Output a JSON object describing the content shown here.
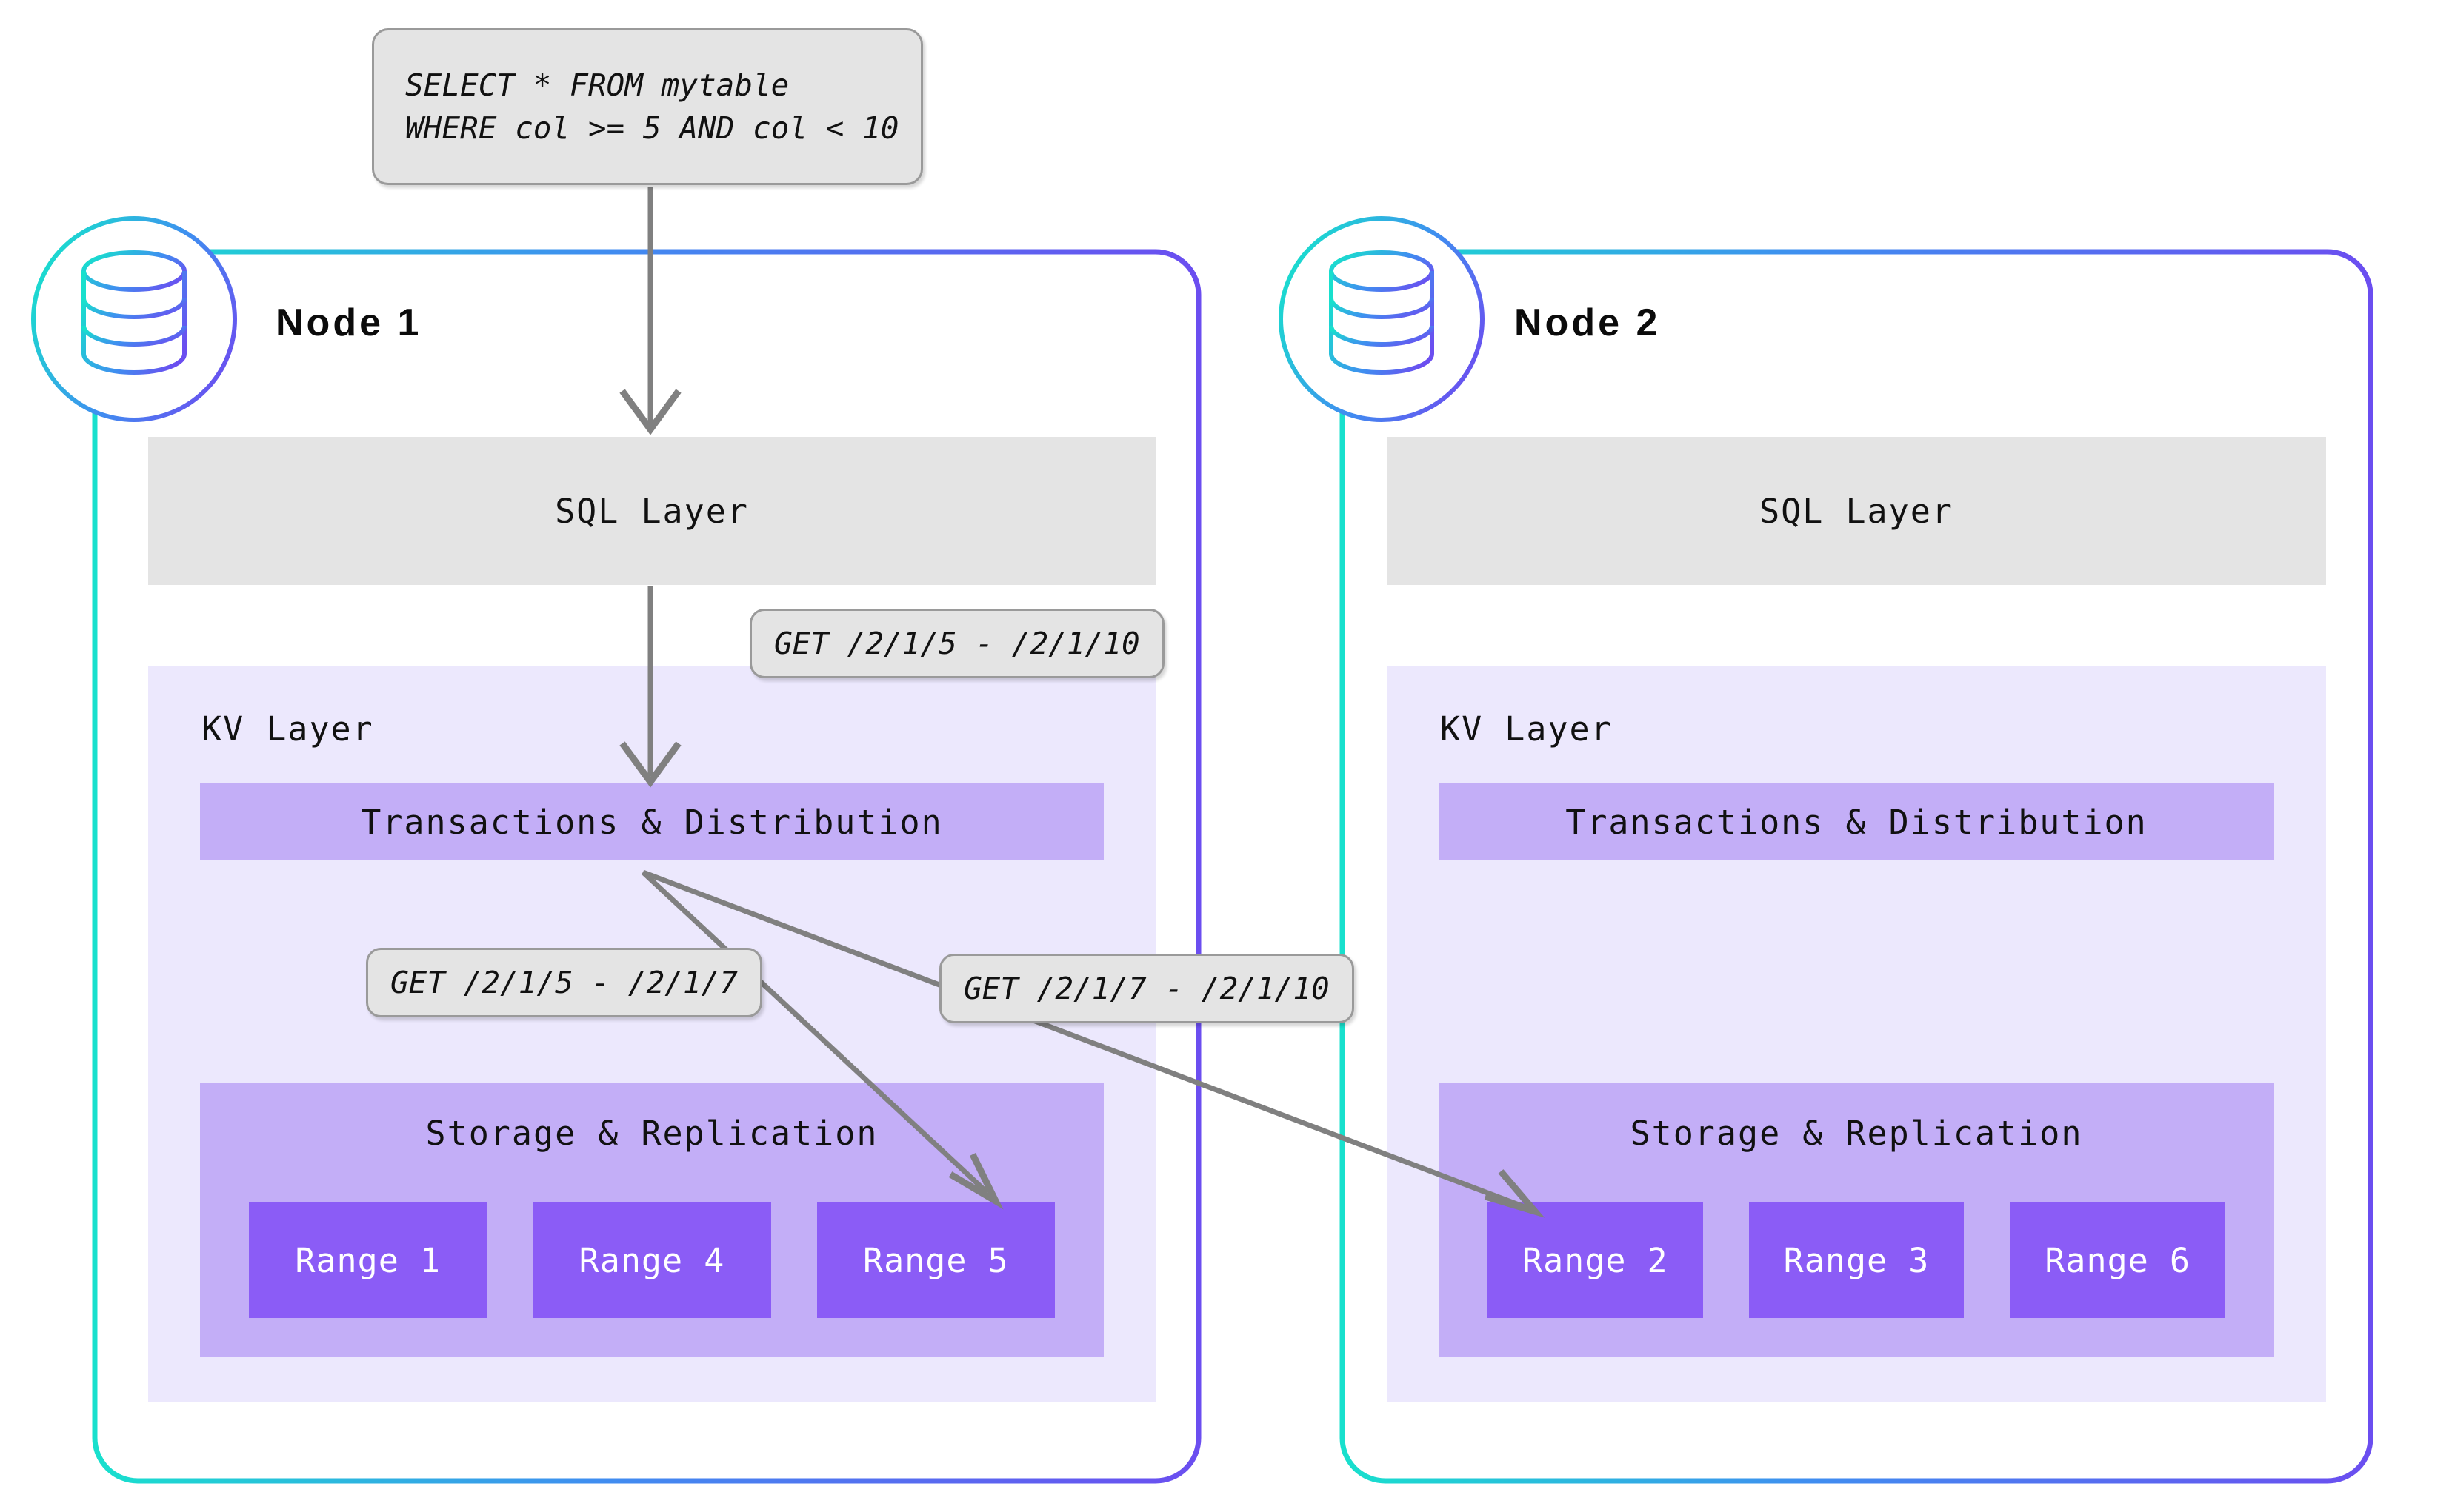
{
  "diagram": {
    "title": "CockroachDB distributed query execution across nodes",
    "background": "#ffffff"
  },
  "colors": {
    "node_border_start": "#18e0cd",
    "node_border_mid": "#3f8ef0",
    "node_border_end": "#6b4ef0",
    "sql_layer_fill": "#e4e4e4",
    "kv_panel_fill": "#ece8fd",
    "band_fill": "#c3aef7",
    "range_fill": "#8b5cf6",
    "range_text": "#ffffff",
    "callout_fill": "#e4e4e4",
    "callout_border": "#9a9a9a",
    "arrow_stroke": "#808080",
    "text": "#111111"
  },
  "query_callout": {
    "name": "sql-query",
    "line1": "SELECT * FROM mytable",
    "line2": "WHERE col >= 5 AND col < 10"
  },
  "nodes": [
    {
      "id": "node-1",
      "title": "Node 1",
      "badge_icon": "database-icon",
      "sql_layer": {
        "label": "SQL Layer"
      },
      "kv_layer": {
        "label": "KV Layer",
        "transactions": {
          "label": "Transactions & Distribution"
        },
        "storage": {
          "label": "Storage & Replication",
          "ranges": [
            {
              "label": "Range 1"
            },
            {
              "label": "Range 4"
            },
            {
              "label": "Range 5"
            }
          ]
        }
      }
    },
    {
      "id": "node-2",
      "title": "Node 2",
      "badge_icon": "database-icon",
      "sql_layer": {
        "label": "SQL Layer"
      },
      "kv_layer": {
        "label": "KV Layer",
        "transactions": {
          "label": "Transactions & Distribution"
        },
        "storage": {
          "label": "Storage & Replication",
          "ranges": [
            {
              "label": "Range 2"
            },
            {
              "label": "Range 3"
            },
            {
              "label": "Range 6"
            }
          ]
        }
      }
    }
  ],
  "callouts": [
    {
      "id": "get-full",
      "label": "GET /2/1/5 - /2/1/10",
      "describes": "SQL layer to KV layer request on Node 1"
    },
    {
      "id": "get-left",
      "label": "GET /2/1/5 - /2/1/7",
      "describes": "Local range request to Range 5 on Node 1"
    },
    {
      "id": "get-right",
      "label": "GET /2/1/7 - /2/1/10",
      "describes": "Remote range request to Range 2 on Node 2"
    }
  ],
  "arrows": [
    {
      "id": "query-to-sql-layer",
      "from": "sql-query",
      "to": "node-1 SQL Layer"
    },
    {
      "id": "sql-layer-to-txn",
      "from": "node-1 SQL Layer",
      "to": "node-1 Transactions & Distribution"
    },
    {
      "id": "txn-to-range-5",
      "from": "node-1 Transactions & Distribution",
      "to": "node-1 Range 5"
    },
    {
      "id": "txn-to-range-2",
      "from": "node-1 Transactions & Distribution",
      "to": "node-2 Range 2"
    }
  ]
}
